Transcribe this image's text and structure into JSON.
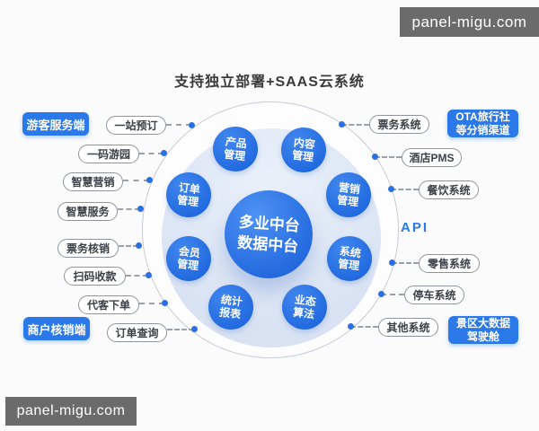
{
  "watermarks": {
    "top_right": "panel-migu.com",
    "bottom_left": "panel-migu.com"
  },
  "diagram": {
    "title": "支持独立部署+SAAS云系统",
    "api_label": "API",
    "hub": {
      "label": "多业中台\n数据中台"
    },
    "modules": [
      {
        "label": "产品\n管理"
      },
      {
        "label": "内容\n管理"
      },
      {
        "label": "订单\n管理"
      },
      {
        "label": "营销\n管理"
      },
      {
        "label": "会员\n管理"
      },
      {
        "label": "系统\n管理"
      },
      {
        "label": "统计\n报表"
      },
      {
        "label": "业态\n算法"
      }
    ],
    "left_panel": {
      "badges": [
        {
          "label": "游客服务端"
        },
        {
          "label": "商户核销端"
        }
      ],
      "pills": [
        {
          "label": "一站预订"
        },
        {
          "label": "一码游园"
        },
        {
          "label": "智慧营销"
        },
        {
          "label": "智慧服务"
        },
        {
          "label": "票务核销"
        },
        {
          "label": "扫码收款"
        },
        {
          "label": "代客下单"
        },
        {
          "label": "订单查询"
        }
      ]
    },
    "right_panel": {
      "badges": [
        {
          "label": "OTA旅行社\n等分销渠道"
        },
        {
          "label": "景区大数据\n驾驶舱"
        }
      ],
      "pills": [
        {
          "label": "票务系统"
        },
        {
          "label": "酒店PMS"
        },
        {
          "label": "餐饮系统"
        },
        {
          "label": "零售系统"
        },
        {
          "label": "停车系统"
        },
        {
          "label": "其他系统"
        }
      ]
    },
    "colors": {
      "primary_blue": "#2b79e8",
      "inner_disc": "#dbe4f4",
      "watermark_bg": "#6b6b6b"
    }
  }
}
